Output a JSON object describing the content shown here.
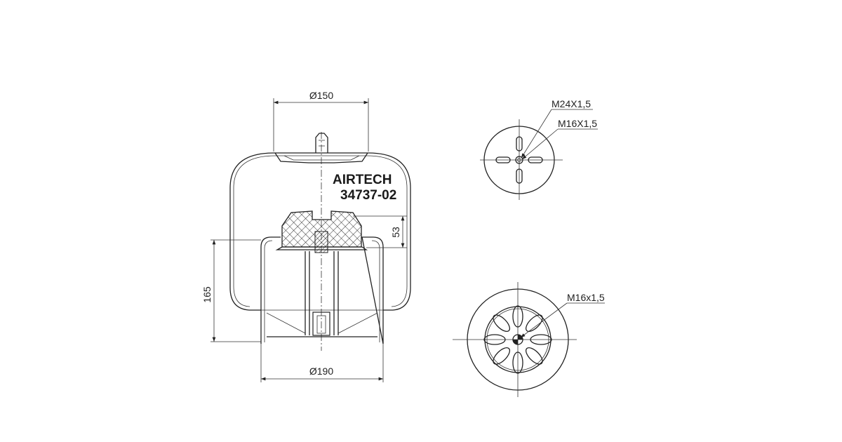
{
  "drawing": {
    "brand": "AIRTECH",
    "part_number": "34737-02",
    "side_view": {
      "top_diameter": "Ø150",
      "bottom_diameter": "Ø190",
      "height": "165",
      "bumper_height": "53"
    },
    "top_view": {
      "thread_outer": "M24X1,5",
      "thread_inner": "M16X1,5"
    },
    "bottom_view": {
      "thread": "M16x1,5"
    },
    "line_color": "#222222"
  }
}
